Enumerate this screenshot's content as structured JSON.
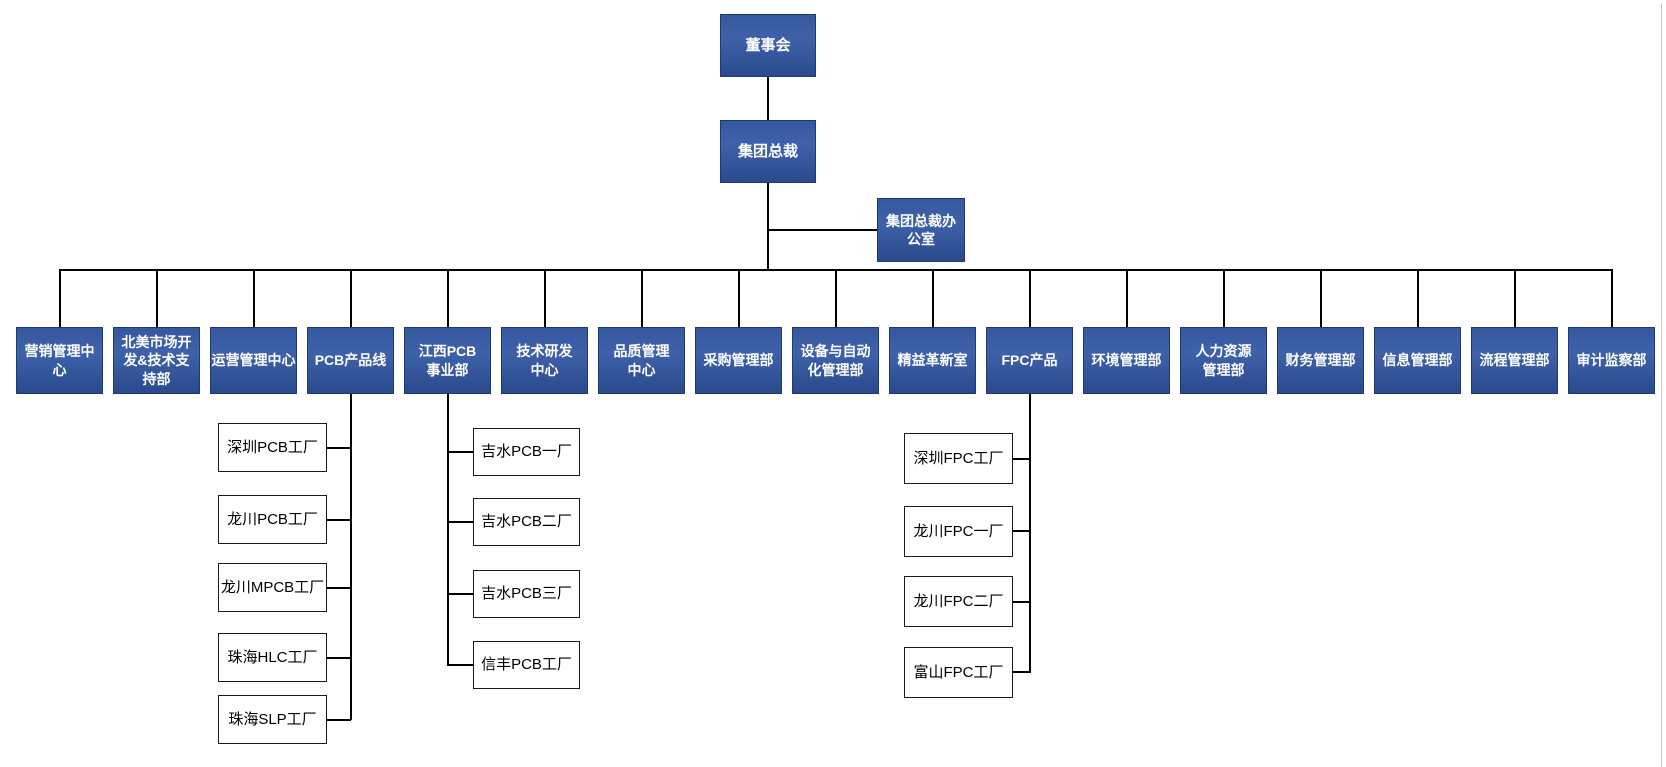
{
  "canvas": {
    "background": "#ffffff",
    "edge_line_color": "#c9c9c9"
  },
  "colors": {
    "node_top": "#35589f",
    "node_mid": "#3e61a9",
    "node_bottom": "#2a4a8c",
    "node_border": "#1f3a6e",
    "node_text": "#ffffff",
    "connector": "#000000",
    "subnode_bg": "#ffffff",
    "subnode_border": "#1a1a1a",
    "subnode_text": "#000000",
    "canvas_edge": "#c9c9c9"
  },
  "org": {
    "board": "董事会",
    "president": "集团总裁",
    "president_office": "集团总裁办\n公室",
    "departments": [
      "营销管理中\n心",
      "北美市场开\n发&技术支\n持部",
      "运营管理中心",
      "PCB产品线",
      "江西PCB\n事业部",
      "技术研发\n中心",
      "品质管理\n中心",
      "采购管理部",
      "设备与自动\n化管理部",
      "精益革新室",
      "FPC产品",
      "环境管理部",
      "人力资源\n管理部",
      "财务管理部",
      "信息管理部",
      "流程管理部",
      "审计监察部"
    ],
    "pcb_factories": [
      "深圳PCB工厂",
      "龙川PCB工厂",
      "龙川MPCB工厂",
      "珠海HLC工厂",
      "珠海SLP工厂"
    ],
    "jiangxi_factories": [
      "吉水PCB一厂",
      "吉水PCB二厂",
      "吉水PCB三厂",
      "信丰PCB工厂"
    ],
    "fpc_factories": [
      "深圳FPC工厂",
      "龙川FPC一厂",
      "龙川FPC二厂",
      "富山FPC工厂"
    ]
  }
}
